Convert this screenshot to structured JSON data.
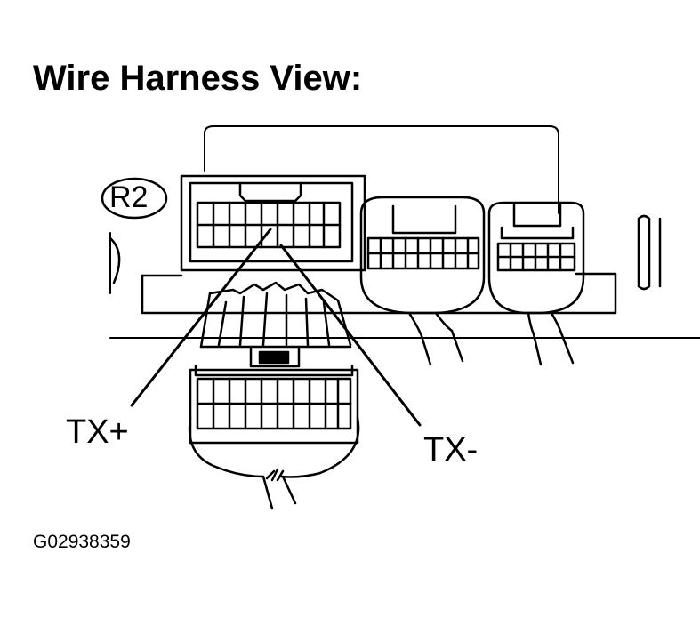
{
  "title": "Wire Harness View:",
  "connector_id": "R2",
  "pin_labels": {
    "tx_plus": "TX+",
    "tx_minus": "TX-"
  },
  "figure_id": "G02938359"
}
